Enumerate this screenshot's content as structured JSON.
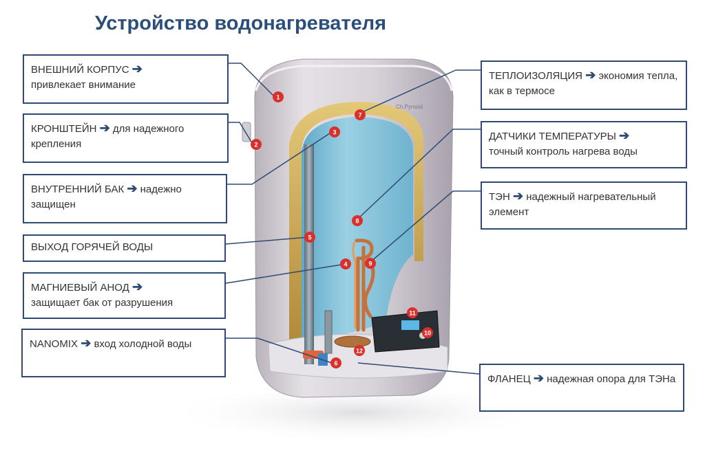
{
  "title": "Устройство водонагревателя",
  "arrow_glyph": "➔",
  "callouts": [
    {
      "head": "ВНЕШНИЙ КОРПУС",
      "desc": "привлекает внимание"
    },
    {
      "head": "КРОНШТЕЙН",
      "desc": "для надежного крепления"
    },
    {
      "head": "ВНУТРЕННИЙ БАК",
      "desc": "надежно защищен"
    },
    {
      "head": "ВЫХОД ГОРЯЧЕЙ ВОДЫ",
      "desc": ""
    },
    {
      "head": "МАГНИЕВЫЙ АНОД",
      "desc": "защищает бак от разрушения"
    },
    {
      "head": "NANOMIX",
      "desc": "вход холодной воды"
    },
    {
      "head": "ТЕПЛОИЗОЛЯЦИЯ",
      "desc": "экономия тепла, как в термосе"
    },
    {
      "head": "ДАТЧИКИ ТЕМПЕРАТУРЫ",
      "desc": "точный контроль нагрева воды"
    },
    {
      "head": "ТЭН",
      "desc": "надежный нагревательный элемент"
    },
    {
      "head": "ФЛАНЕЦ",
      "desc": "надежная опора для ТЭНа"
    }
  ],
  "markers": [
    "1",
    "2",
    "3",
    "4",
    "5",
    "6",
    "7",
    "8",
    "9",
    "10",
    "11",
    "12"
  ],
  "brand_label": "Ch.Pyrosid",
  "colors": {
    "box_border": "#2e4a72",
    "title": "#2b4f7a",
    "marker": "#d9302c",
    "insulation": "#c8a54a",
    "tank": "#8fc9dd",
    "casing": "#dcd6dc"
  }
}
